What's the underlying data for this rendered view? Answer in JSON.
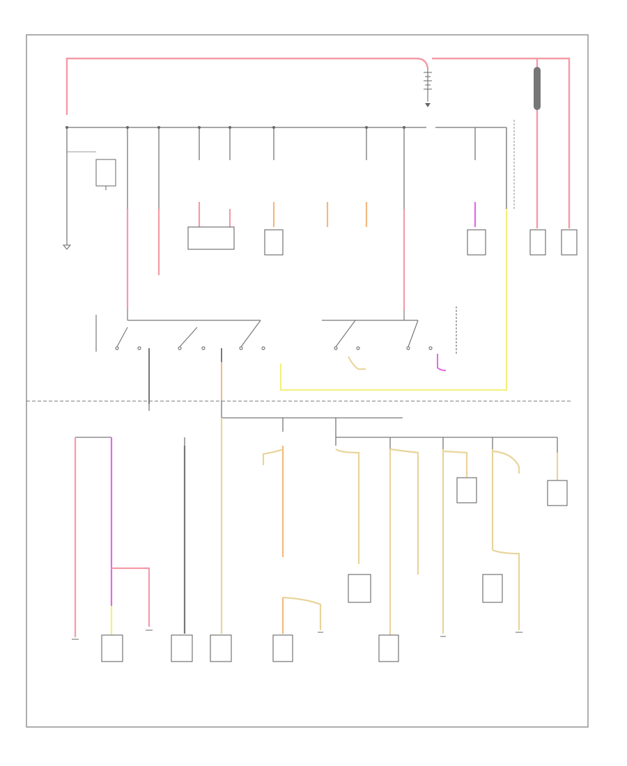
{
  "figure_id": "",
  "colors": {
    "pink": "#f49aa6",
    "orange": "#f2b980",
    "yellow": "#f3f07a",
    "tan": "#e8d49a",
    "magenta": "#e26ae2",
    "dark": "#444444",
    "grey": "#777777"
  },
  "components": [
    {
      "id": "battery",
      "icon": "battery-icon"
    },
    {
      "id": "fusible-link",
      "icon": "fusible-link-icon"
    },
    {
      "id": "generator",
      "icon": "connector-icon"
    },
    {
      "id": "starter",
      "icon": "connector-icon"
    },
    {
      "id": "ignition-switch",
      "icon": "switch-icon"
    }
  ]
}
